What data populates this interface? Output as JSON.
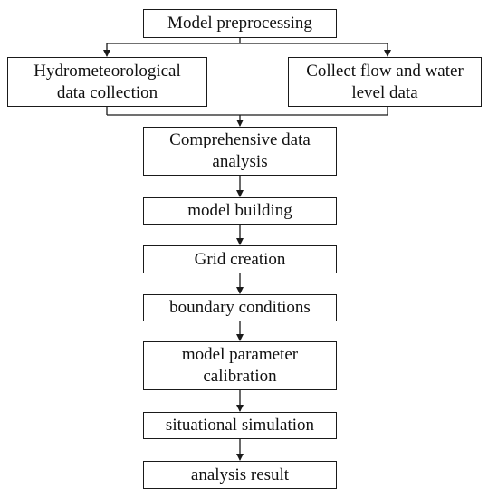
{
  "flowchart": {
    "preprocessing": "Model preprocessing",
    "hydro_line1": "Hydrometeorological",
    "hydro_line2": "data collection",
    "flow_line1": "Collect flow and water",
    "flow_line2": "level data",
    "analysis_line1": "Comprehensive data",
    "analysis_line2": "analysis",
    "building": "model building",
    "grid": "Grid creation",
    "boundary": "boundary conditions",
    "calibration_line1": "model parameter",
    "calibration_line2": "calibration",
    "simulation": "situational simulation",
    "result": "analysis result"
  },
  "colors": {
    "line": "#1a1a1a",
    "box_border": "#1a1a1a",
    "text": "#111111",
    "background": "#ffffff"
  }
}
